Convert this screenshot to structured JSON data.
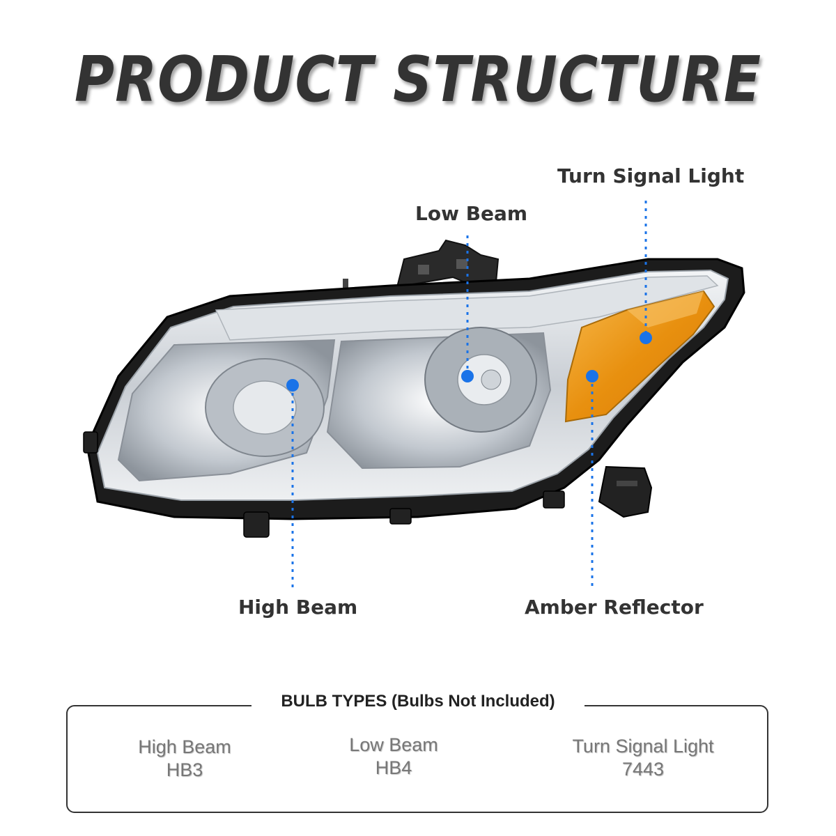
{
  "title": "PRODUCT STRUCTURE",
  "callouts": {
    "turn_signal": "Turn Signal Light",
    "low_beam": "Low Beam",
    "high_beam": "High Beam",
    "amber_reflector": "Amber Reflector"
  },
  "bulb_types": {
    "heading": "BULB TYPES (Bulbs Not Included)",
    "items": [
      {
        "name": "High Beam",
        "type": "HB3"
      },
      {
        "name": "Low Beam",
        "type": "HB4"
      },
      {
        "name": "Turn Signal Light",
        "type": "7443"
      }
    ]
  },
  "colors": {
    "title": "#333333",
    "pointer": "#1a73e8",
    "amber": "#f0a020",
    "chrome": "#d8dde3"
  },
  "icons": [
    "headlamp-illustration"
  ]
}
